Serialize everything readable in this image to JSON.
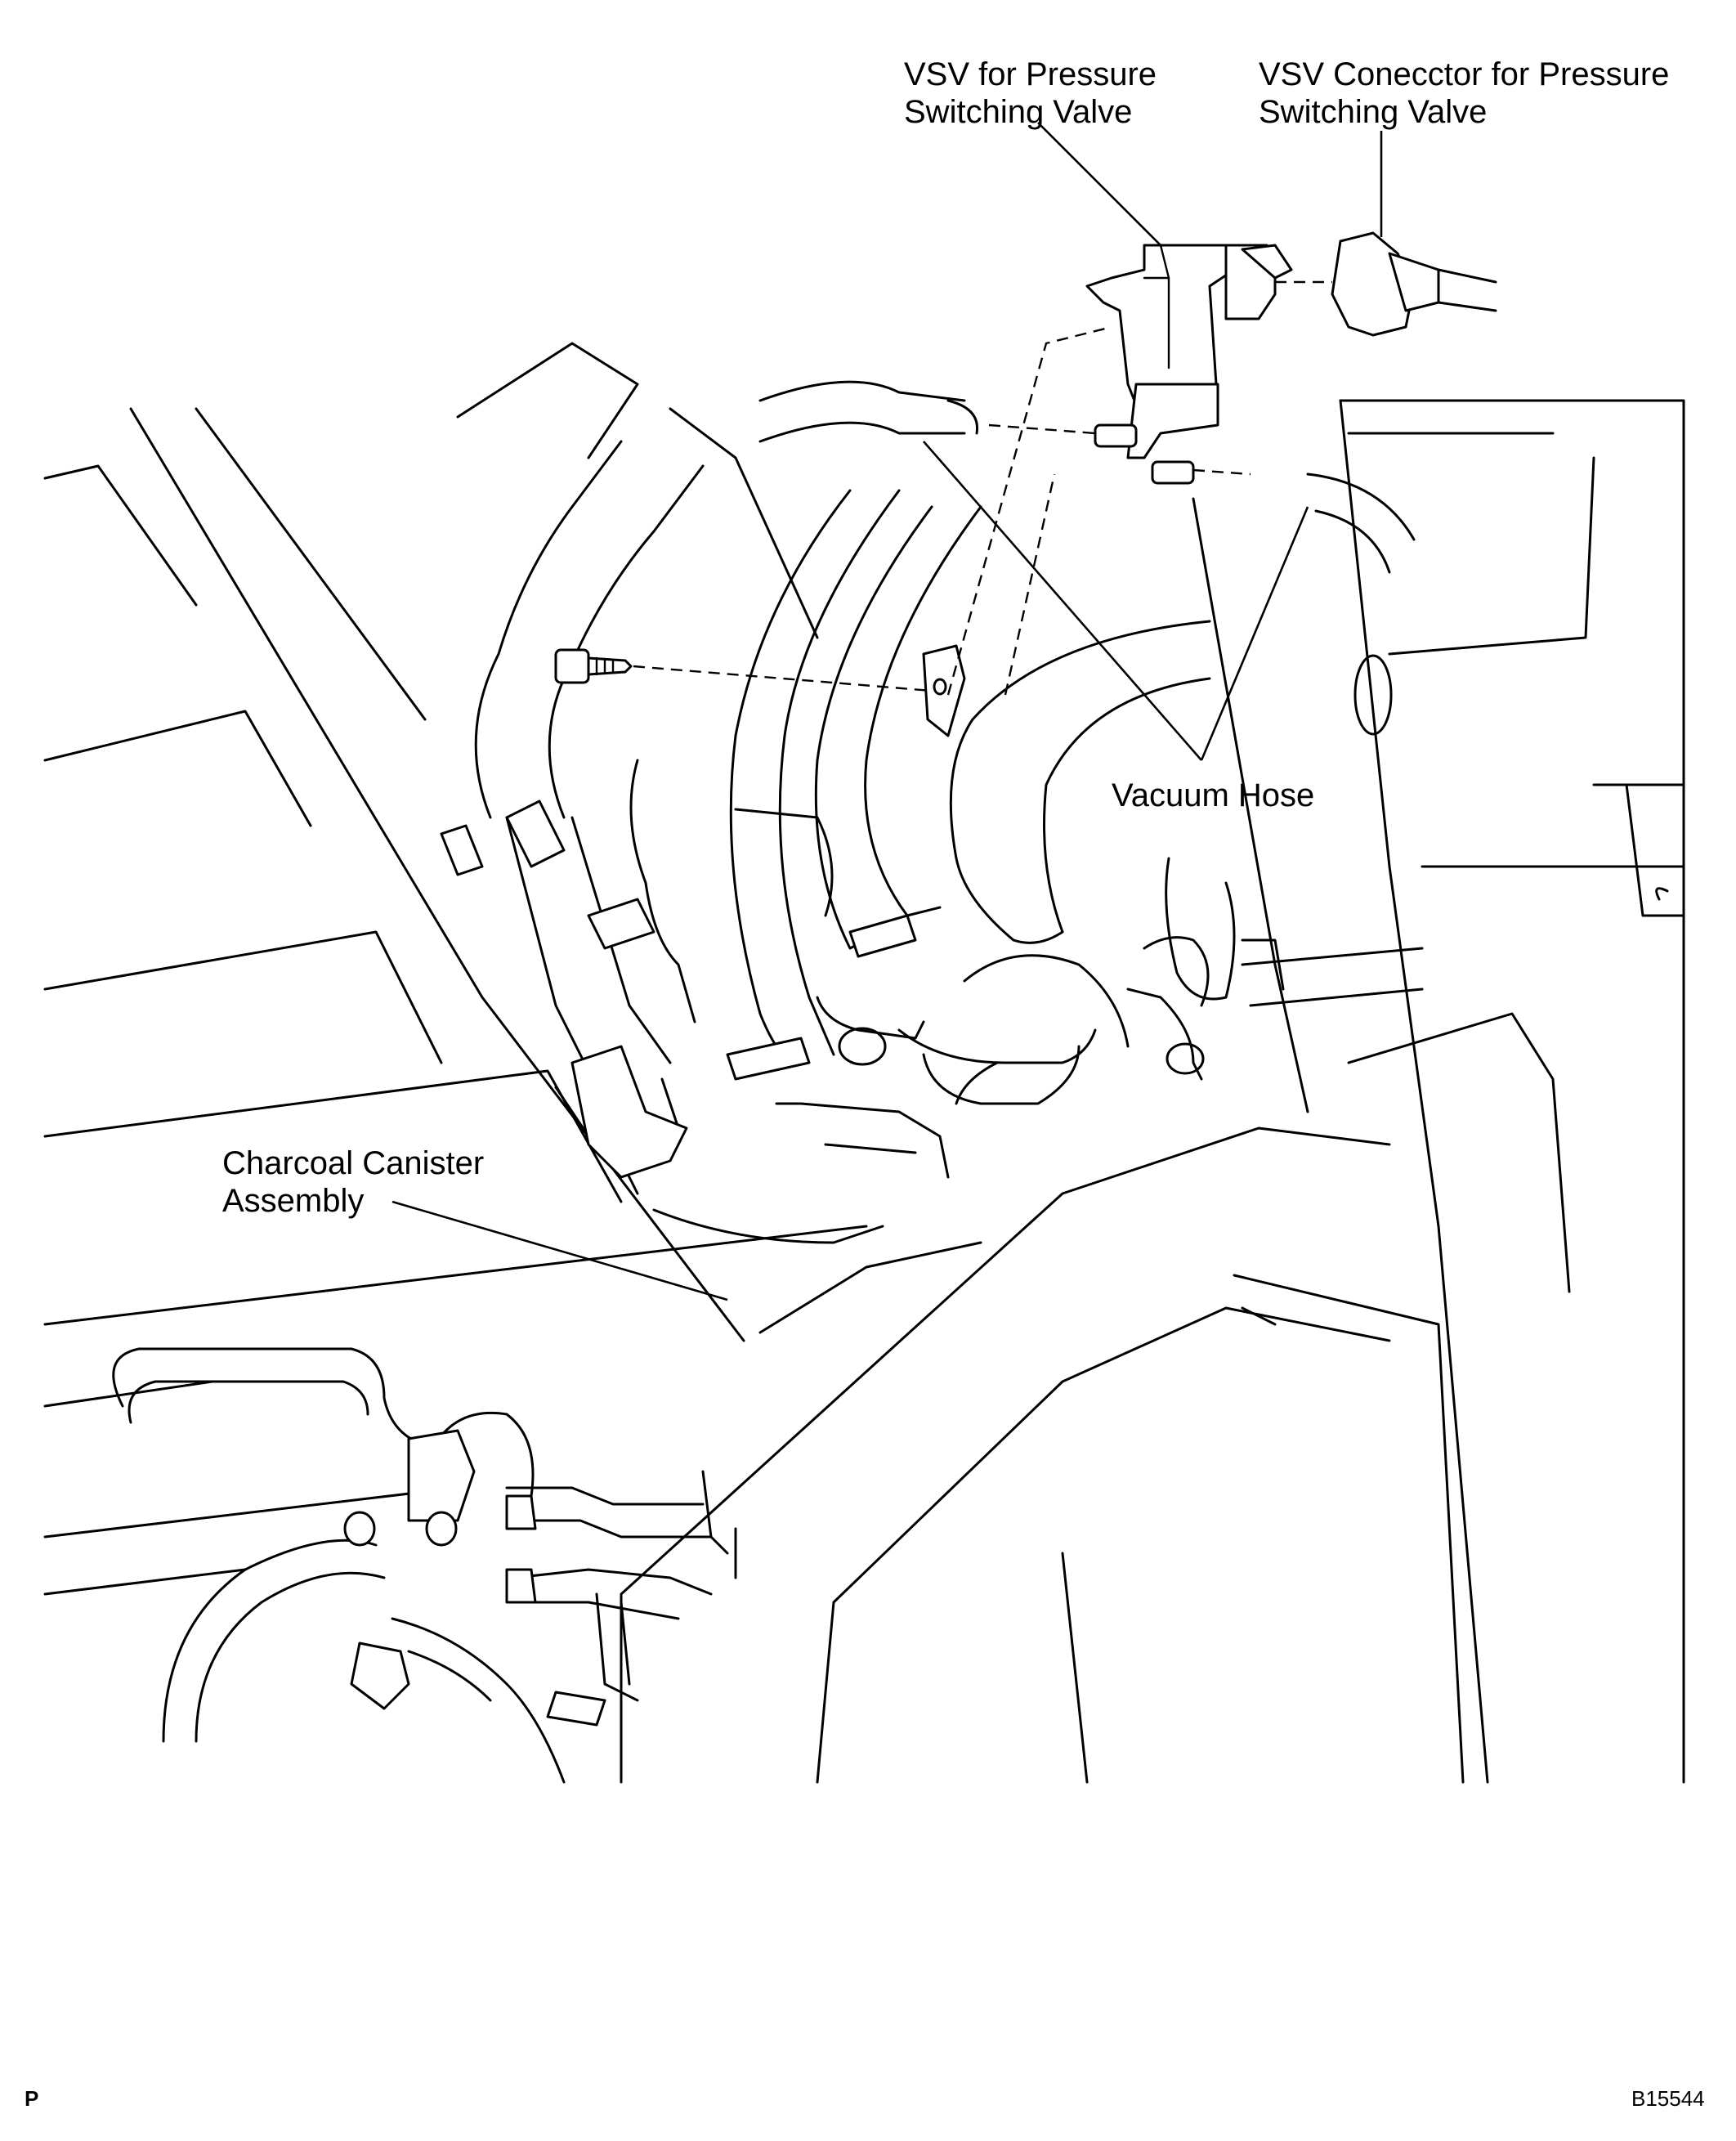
{
  "labels": {
    "vsv": [
      "VSV for Pressure",
      "Switching Valve"
    ],
    "vsv_connector": [
      "VSV Conecctor for Pressure",
      "Switching Valve"
    ],
    "vacuum_hose": "Vacuum Hose",
    "canister": [
      "Charcoal Canister",
      "Assembly"
    ]
  },
  "footer": {
    "left_code": "P",
    "figure_code": "B15544"
  }
}
